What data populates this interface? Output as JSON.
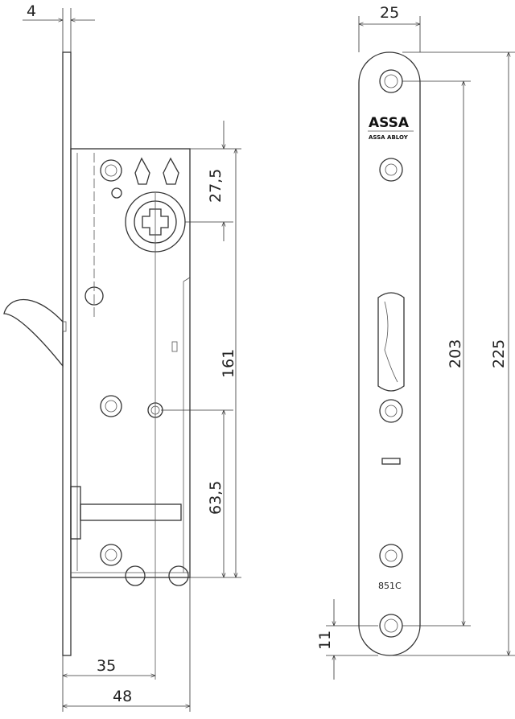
{
  "dimensions": {
    "faceplate_thickness": "4",
    "top_to_cylinder": "27,5",
    "cylinder_to_bottom": "161",
    "follower_to_bottom": "63,5",
    "backset": "35",
    "case_depth": "48",
    "faceplate_width": "25",
    "screw_hole_spacing": "203",
    "faceplate_length": "225",
    "hole_offset": "11"
  },
  "faceplate": {
    "brand": "ASSA",
    "brand_sub": "ASSA ABLOY",
    "model": "851C"
  },
  "colors": {
    "line": "#333333",
    "background": "#ffffff"
  }
}
